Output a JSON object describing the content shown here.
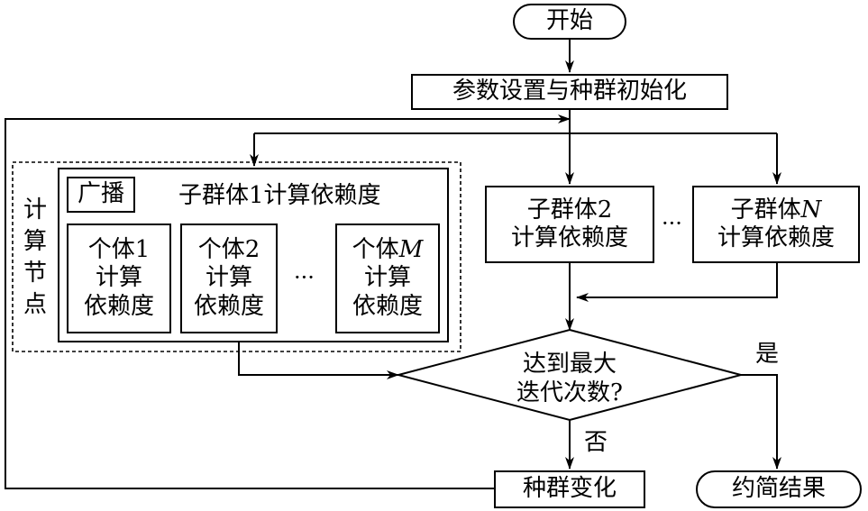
{
  "nodes": {
    "start": "开始",
    "init": "参数设置与种群初始化",
    "broadcast": "广播",
    "sub1_title": "子群体1计算依赖度",
    "ind1": {
      "l1": "个体1",
      "l2": "计算",
      "l3": "依赖度"
    },
    "ind2": {
      "l1": "个体2",
      "l2": "计算",
      "l3": "依赖度"
    },
    "indM": {
      "l1a": "个体",
      "l1b": "M",
      "l2": "计算",
      "l3": "依赖度"
    },
    "ellipsis_inner": "···",
    "sub2": {
      "l1": "子群体2",
      "l2": "计算依赖度"
    },
    "subN": {
      "l1a": "子群体",
      "l1b": "N",
      "l2": "计算依赖度"
    },
    "ellipsis_outer": "···",
    "compute_node": [
      "计",
      "算",
      "节",
      "点"
    ],
    "decision": {
      "l1": "达到最大",
      "l2": "迭代次数?"
    },
    "yes": "是",
    "no": "否",
    "change": "种群变化",
    "result": "约简结果"
  }
}
